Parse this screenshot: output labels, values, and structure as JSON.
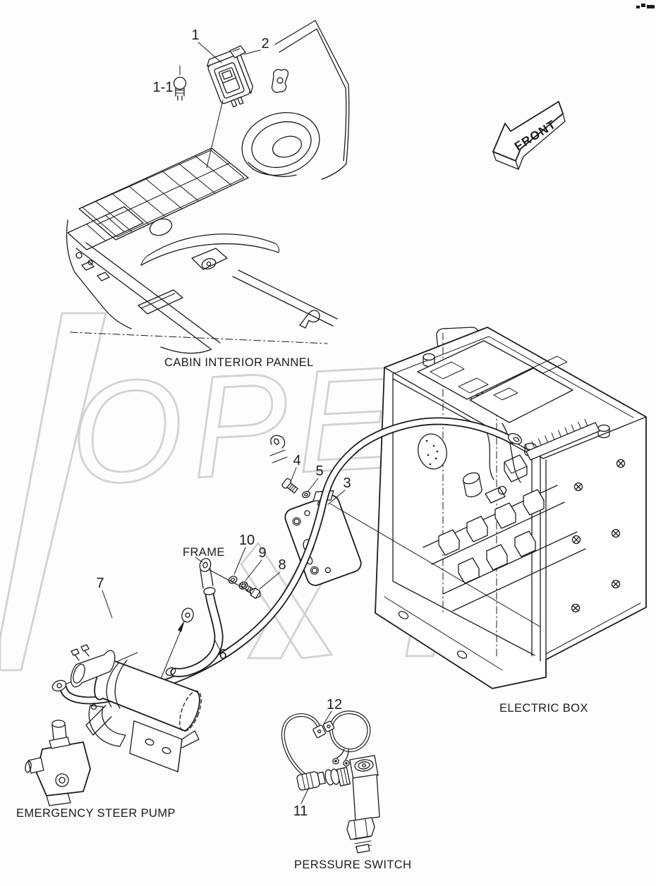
{
  "diagram": {
    "captions": {
      "cabin_panel": "CABIN INTERIOR PANNEL",
      "electric_box": "ELECTRIC BOX",
      "steer_pump": "EMERGENCY STEER PUMP",
      "pressure_switch": "PERSSURE SWITCH",
      "frame": "FRAME"
    },
    "direction_arrow": {
      "label": "FRONT"
    },
    "callouts": {
      "c1": "1",
      "c1_1": "1-1",
      "c2": "2",
      "c3": "3",
      "c4": "4",
      "c5": "5",
      "c6": "6",
      "c7": "7",
      "c8": "8",
      "c9": "9",
      "c10": "10",
      "c11": "11",
      "c12": "12"
    },
    "watermark": {
      "text": "OPEX",
      "color": "#d2d2d2"
    },
    "colors": {
      "line": "#1c1c1c",
      "background": "#ffffff"
    }
  }
}
